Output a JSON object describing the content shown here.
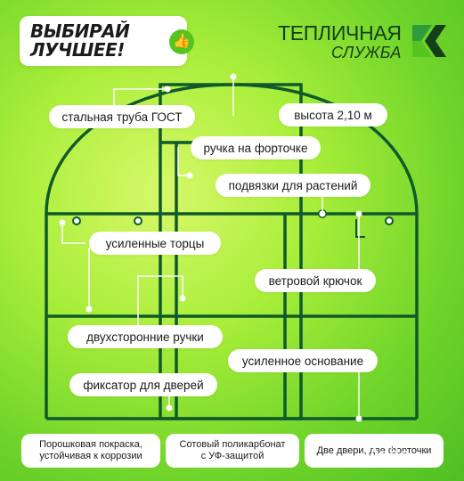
{
  "badge": {
    "text_line1": "ВЫБИРАЙ",
    "text_line2": "ЛУЧШЕЕ!",
    "icon": "thumbs-up-icon"
  },
  "logo": {
    "title": "ТЕПЛИЧНАЯ",
    "subtitle": "СЛУЖБА"
  },
  "callouts": {
    "pipe": "стальная труба ГОСТ",
    "height": "высота 2,10 м",
    "window_handle": "ручка на форточке",
    "plant_ties": "подвязки для растений",
    "reinforced_ends": "усиленные торцы",
    "wind_hook": "ветровой крючок",
    "double_handles": "двухсторонние ручки",
    "reinforced_base": "усиленное основание",
    "door_lock": "фиксатор для дверей"
  },
  "features": [
    {
      "line1": "Порошковая покраска,",
      "line2": "устойчивая к коррозии"
    },
    {
      "line1": "Сотовый поликарбонат",
      "line2": "с УФ-защитой"
    },
    {
      "line1": "Две двери, две форточки",
      "line2": ""
    }
  ],
  "watermark": "Avito",
  "colors": {
    "frame": "#0f5a2a",
    "accent_green": "#55c41e",
    "text_dark": "#143f1a"
  }
}
